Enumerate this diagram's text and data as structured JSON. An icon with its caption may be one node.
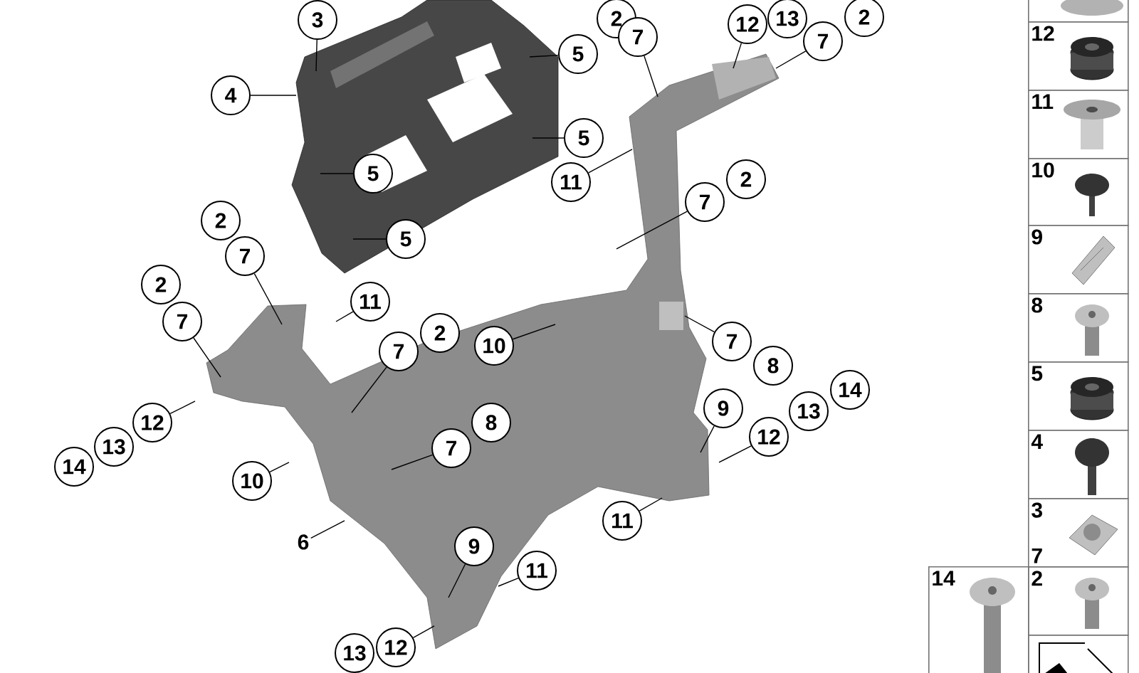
{
  "diagram": {
    "nodes": [
      {
        "text": [
          "2"
        ]
      },
      {
        "text": [
          "13"
        ]
      },
      {
        "text": [
          "3"
        ]
      },
      {
        "text": [
          "7"
        ]
      },
      {
        "text": [
          "12"
        ]
      },
      {
        "text": [
          "2"
        ]
      },
      {
        "text": [
          "7"
        ]
      },
      {
        "text": [
          "5"
        ]
      },
      {
        "text": [
          "4"
        ]
      },
      {
        "text": [
          "5"
        ]
      },
      {
        "text": [
          "5"
        ]
      },
      {
        "text": [
          "11"
        ]
      },
      {
        "text": [
          "2"
        ]
      },
      {
        "text": [
          "7"
        ]
      },
      {
        "text": [
          "2"
        ]
      },
      {
        "text": [
          "5"
        ]
      },
      {
        "text": [
          "7"
        ]
      },
      {
        "text": [
          "2"
        ]
      },
      {
        "text": [
          "11"
        ]
      },
      {
        "text": [
          "7"
        ]
      },
      {
        "text": [
          "2"
        ]
      },
      {
        "text": [
          "7"
        ]
      },
      {
        "text": [
          "10"
        ]
      },
      {
        "text": [
          "7"
        ]
      },
      {
        "text": [
          "8"
        ]
      },
      {
        "text": [
          "14"
        ]
      },
      {
        "text": [
          "9"
        ]
      },
      {
        "text": [
          "13"
        ]
      },
      {
        "text": [
          "8"
        ]
      },
      {
        "text": [
          "12"
        ]
      },
      {
        "text": [
          "12"
        ]
      },
      {
        "text": [
          "7"
        ]
      },
      {
        "text": [
          "13"
        ]
      },
      {
        "text": [
          "14"
        ]
      },
      {
        "text": [
          "10"
        ]
      },
      {
        "text": [
          "11"
        ]
      },
      {
        "text": [
          "6"
        ]
      },
      {
        "text": [
          "9"
        ]
      },
      {
        "text": [
          "11"
        ]
      },
      {
        "text": [
          "12"
        ]
      },
      {
        "text": [
          "13"
        ]
      },
      {
        "text": [],
        "shape": "box"
      },
      {
        "text": [
          "12"
        ]
      },
      {
        "text": [
          "11"
        ]
      },
      {
        "text": [
          "10"
        ]
      },
      {
        "text": [
          "9"
        ]
      },
      {
        "text": [
          "8"
        ]
      },
      {
        "text": [
          "5"
        ]
      },
      {
        "text": [
          "4"
        ]
      },
      {
        "text": [
          "3",
          "7"
        ]
      },
      {
        "text": [
          "14"
        ]
      },
      {
        "text": [
          "2"
        ]
      },
      {
        "text": [],
        "shape": "box"
      }
    ],
    "edges": [
      {
        "from": 2,
        "to": null,
        "arrow": "none"
      },
      {
        "from": 3,
        "to": null,
        "arrow": "none"
      },
      {
        "from": 4,
        "to": null,
        "arrow": "none"
      },
      {
        "from": 6,
        "to": null,
        "arrow": "none"
      },
      {
        "from": 7,
        "to": null,
        "arrow": "none"
      },
      {
        "from": 8,
        "to": null,
        "arrow": "none"
      },
      {
        "from": 9,
        "to": null,
        "arrow": "none"
      },
      {
        "from": 10,
        "to": null,
        "arrow": "none"
      },
      {
        "from": 11,
        "to": null,
        "arrow": "none"
      },
      {
        "from": 13,
        "to": null,
        "arrow": "none"
      },
      {
        "from": 15,
        "to": null,
        "arrow": "none"
      },
      {
        "from": 16,
        "to": null,
        "arrow": "none"
      },
      {
        "from": 18,
        "to": null,
        "arrow": "none"
      },
      {
        "from": 19,
        "to": null,
        "arrow": "none"
      },
      {
        "from": 21,
        "to": null,
        "arrow": "none"
      },
      {
        "from": 22,
        "to": null,
        "arrow": "none"
      },
      {
        "from": 23,
        "to": null,
        "arrow": "none"
      },
      {
        "from": 26,
        "to": null,
        "arrow": "none"
      },
      {
        "from": 29,
        "to": null,
        "arrow": "none"
      },
      {
        "from": 30,
        "to": null,
        "arrow": "none"
      },
      {
        "from": 31,
        "to": null,
        "arrow": "none"
      },
      {
        "from": 34,
        "to": null,
        "arrow": "none"
      },
      {
        "from": 35,
        "to": null,
        "arrow": "none"
      },
      {
        "from": 36,
        "to": null,
        "arrow": "none"
      },
      {
        "from": 37,
        "to": null,
        "arrow": "none"
      },
      {
        "from": 38,
        "to": null,
        "arrow": "none"
      },
      {
        "from": 39,
        "to": null,
        "arrow": "none"
      }
    ]
  }
}
